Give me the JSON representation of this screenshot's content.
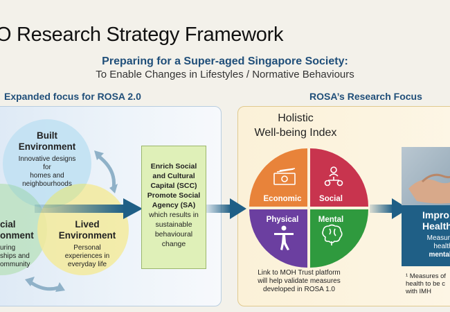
{
  "header": {
    "title": "O Research Strategy Framework",
    "subtitle": "Preparing for a Super-aged Singapore Society:",
    "subtitle2": "To Enable Changes in Lifestyles / Normative Behaviours"
  },
  "left_section": {
    "heading": "Expanded focus for ROSA 2.0",
    "circles": {
      "built": {
        "title": "Built Environment",
        "title_l1": "Built",
        "title_l2": "Environment",
        "desc": "Innovative designs for homes and neighbourhoods",
        "desc_l1": "Innovative designs for",
        "desc_l2": "homes and",
        "desc_l3": "neighbourhoods"
      },
      "social": {
        "title_l1": "cial",
        "title_l2": "onment",
        "desc_l1": "uring",
        "desc_l2": "ships and",
        "desc_l3": "ommunity"
      },
      "lived": {
        "title_l1": "Lived",
        "title_l2": "Environment",
        "desc_l1": "Personal",
        "desc_l2": "experiences in",
        "desc_l3": "everyday life"
      }
    }
  },
  "center_box": {
    "l1": "Enrich Social",
    "l2": "and Cultural",
    "l3": "Capital (SCC)",
    "l4": "Promote Social",
    "l5": "Agency (SA)",
    "l6": "which results in",
    "l7": "sustainable",
    "l8": "behavioural",
    "l9": "change"
  },
  "right_section": {
    "heading": "ROSA’s Research Focus",
    "holistic_l1": "Holistic",
    "holistic_l2": "Well-being Index",
    "quadrants": {
      "economic": "Economic",
      "social": "Social",
      "physical": "Physical",
      "mental": "Mental"
    },
    "link_l1": "Link to MOH Trust platform",
    "link_l2": "will help validate measures",
    "link_l3": "developed in ROSA 1.0",
    "improved_l1": "Impro",
    "improved_l2": "Health",
    "improved_l3": "Measuring",
    "improved_l4": "health",
    "improved_l5": "mental h",
    "footnote_l1": "¹ Measures of",
    "footnote_l2": "health to be c",
    "footnote_l3": "with IMH"
  },
  "colors": {
    "economic": "#e8833a",
    "social": "#c8344e",
    "physical": "#6b3fa0",
    "mental": "#2f9a3e",
    "arrow": "#1f5f86",
    "heading": "#1f4e79"
  }
}
